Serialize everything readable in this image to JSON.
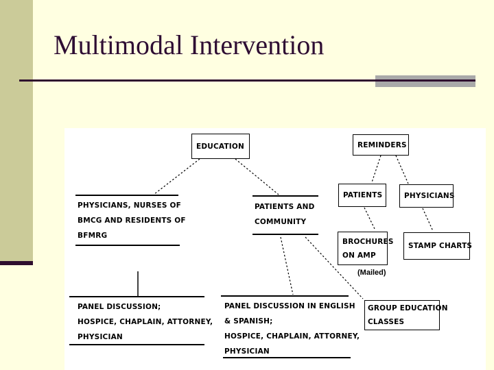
{
  "slide": {
    "title": "Multimodal Intervention"
  },
  "colors": {
    "background": "#ffffe1",
    "sidebar_bar": "#cbcb99",
    "accent_dark_purple": "#2e0d2e",
    "divider_gray": "#a9a9a9",
    "panel": "#ffffff",
    "diagram_text": "#000000"
  },
  "diagram": {
    "boxes": {
      "education": {
        "label": "EDUCATION"
      },
      "reminders": {
        "label": "REMINDERS"
      },
      "patients": {
        "label": "PATIENTS"
      },
      "physicians": {
        "label": "PHYSICIANS"
      },
      "brochures": {
        "lines": [
          "BROCHURES",
          "ON AMP"
        ]
      },
      "stamp_charts": {
        "label": "STAMP CHARTS"
      },
      "group_education": {
        "lines": [
          "GROUP EDUCATION",
          "CLASSES"
        ]
      }
    },
    "blocks": {
      "providers": {
        "lines": [
          "PHYSICIANS, NURSES OF",
          "BMCG AND RESIDENTS OF",
          "BFMRG"
        ]
      },
      "patients_community": {
        "lines": [
          "PATIENTS AND",
          "COMMUNITY"
        ]
      },
      "panel_discussion": {
        "lines": [
          "PANEL DISCUSSION;",
          "HOSPICE, CHAPLAIN, ATTORNEY,",
          "PHYSICIAN"
        ]
      },
      "panel_bilingual": {
        "lines": [
          "PANEL DISCUSSION IN ENGLISH",
          "& SPANISH;",
          "HOSPICE, CHAPLAIN, ATTORNEY,",
          "PHYSICIAN"
        ]
      }
    },
    "annotations": {
      "mailed": "(Mailed)"
    }
  }
}
